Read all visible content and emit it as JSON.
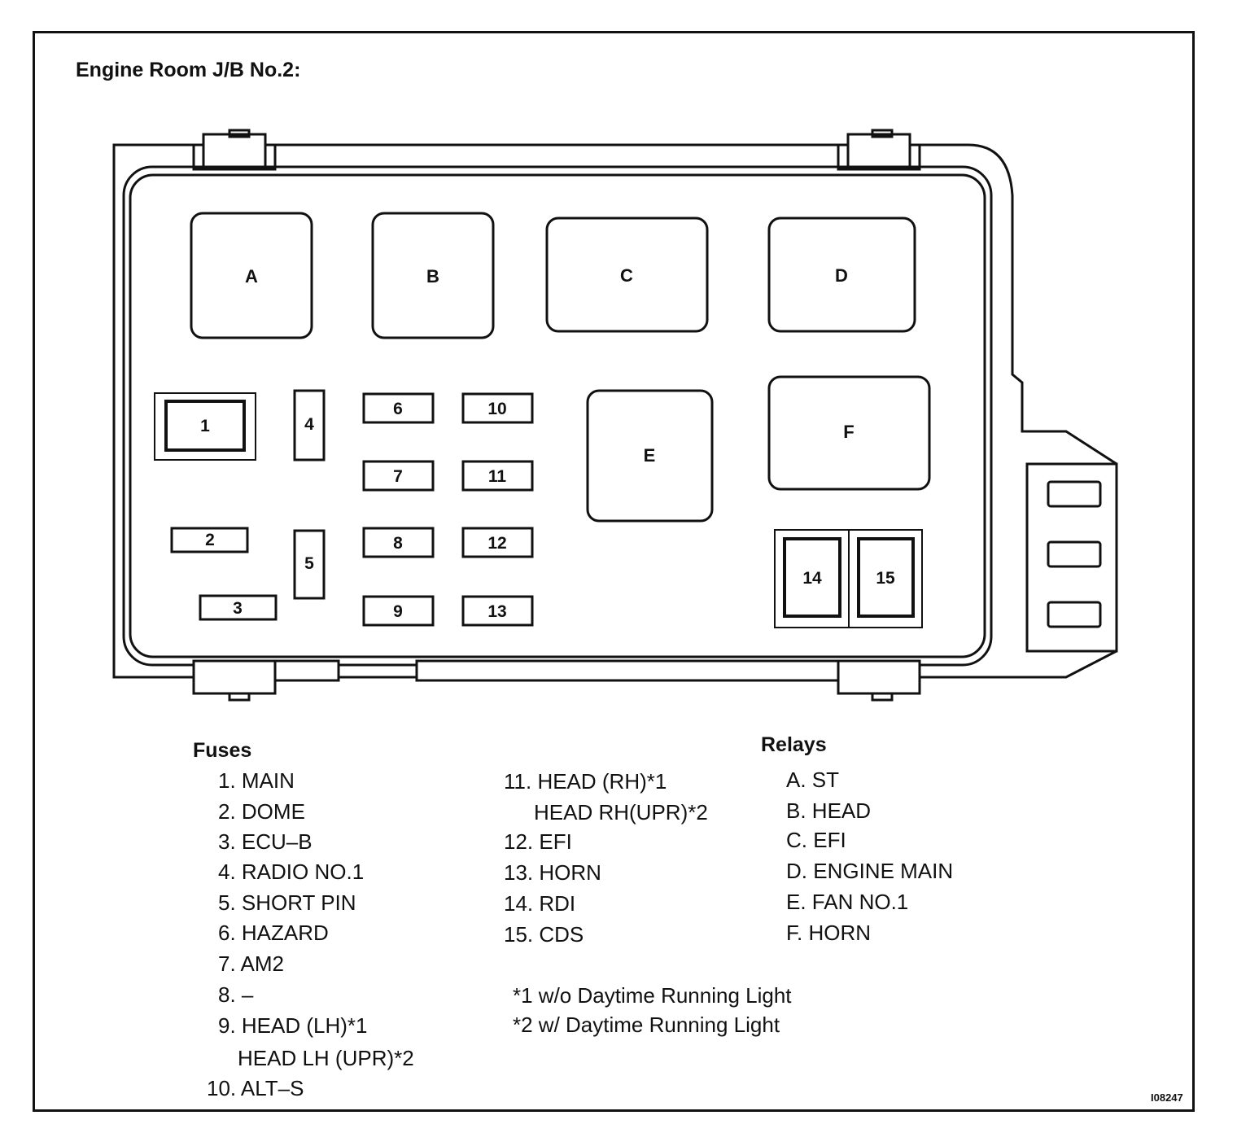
{
  "title": "Engine Room J/B No.2:",
  "diagram": {
    "relays": [
      "A",
      "B",
      "C",
      "D",
      "E",
      "F"
    ],
    "fuses": [
      "1",
      "2",
      "3",
      "4",
      "5",
      "6",
      "7",
      "8",
      "9",
      "10",
      "11",
      "12",
      "13",
      "14",
      "15"
    ]
  },
  "fuses": {
    "heading": "Fuses",
    "items": [
      "1. MAIN",
      "2. DOME",
      "3. ECU–B",
      "4. RADIO NO.1",
      "5. SHORT PIN",
      "6. HAZARD",
      "7. AM2",
      "8. –",
      "9. HEAD (LH)*1",
      "HEAD LH (UPR)*2",
      "10. ALT–S",
      "11. HEAD (RH)*1",
      "HEAD RH(UPR)*2",
      "12. EFI",
      "13. HORN",
      "14. RDI",
      "15. CDS"
    ]
  },
  "relays": {
    "heading": "Relays",
    "items": [
      "A. ST",
      "B. HEAD",
      "C. EFI",
      "D. ENGINE MAIN",
      "E. FAN NO.1",
      "F. HORN"
    ]
  },
  "notes": [
    "*1 w/o Daytime Running Light",
    "*2 w/ Daytime Running Light"
  ],
  "figure_code": "I08247"
}
